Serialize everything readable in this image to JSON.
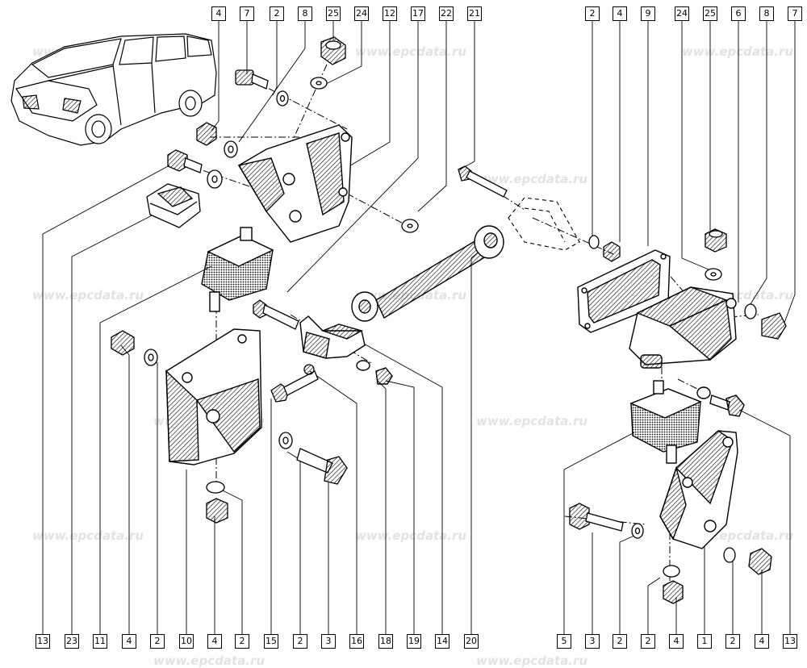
{
  "watermark_text": "www.epcdata.ru",
  "callouts_top": [
    "4",
    "7",
    "2",
    "8",
    "25",
    "24",
    "12",
    "17",
    "22",
    "21",
    "2",
    "4",
    "9",
    "24",
    "25",
    "6",
    "8",
    "7"
  ],
  "callouts_bottom": [
    "13",
    "23",
    "11",
    "4",
    "2",
    "10",
    "4",
    "2",
    "15",
    "2",
    "3",
    "16",
    "18",
    "19",
    "14",
    "20",
    "5",
    "3",
    "2",
    "2",
    "4",
    "1",
    "2",
    "4",
    "13"
  ],
  "colors": {
    "line": "#000000",
    "paper": "#ffffff",
    "watermark": "#e2e2e2"
  }
}
